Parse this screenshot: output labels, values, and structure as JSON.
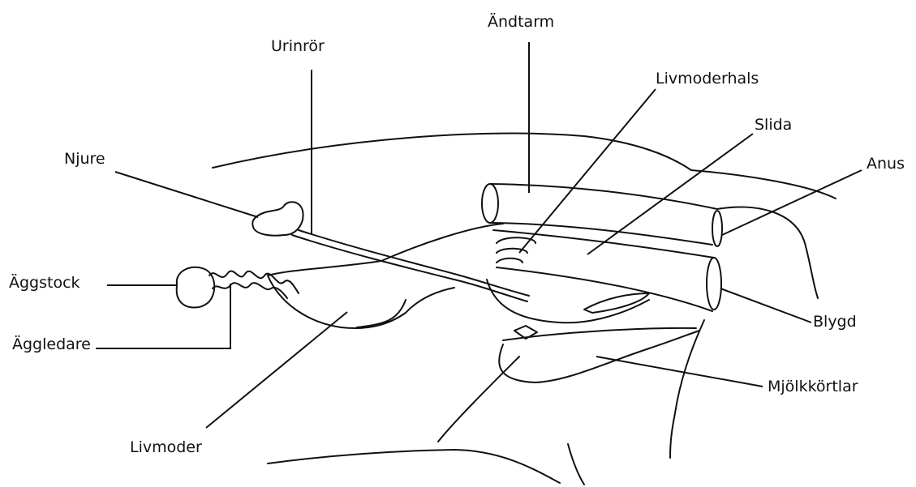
{
  "diagram": {
    "labels": {
      "andtarm": "Ändtarm",
      "urinror": "Urinrör",
      "livmoderhals": "Livmoderhals",
      "slida": "Slida",
      "anus": "Anus",
      "njure": "Njure",
      "aggstock": "Äggstock",
      "aggledare": "Äggledare",
      "blygd": "Blygd",
      "mjolkkortlar": "Mjölkkörtlar",
      "livmoder": "Livmoder"
    }
  }
}
